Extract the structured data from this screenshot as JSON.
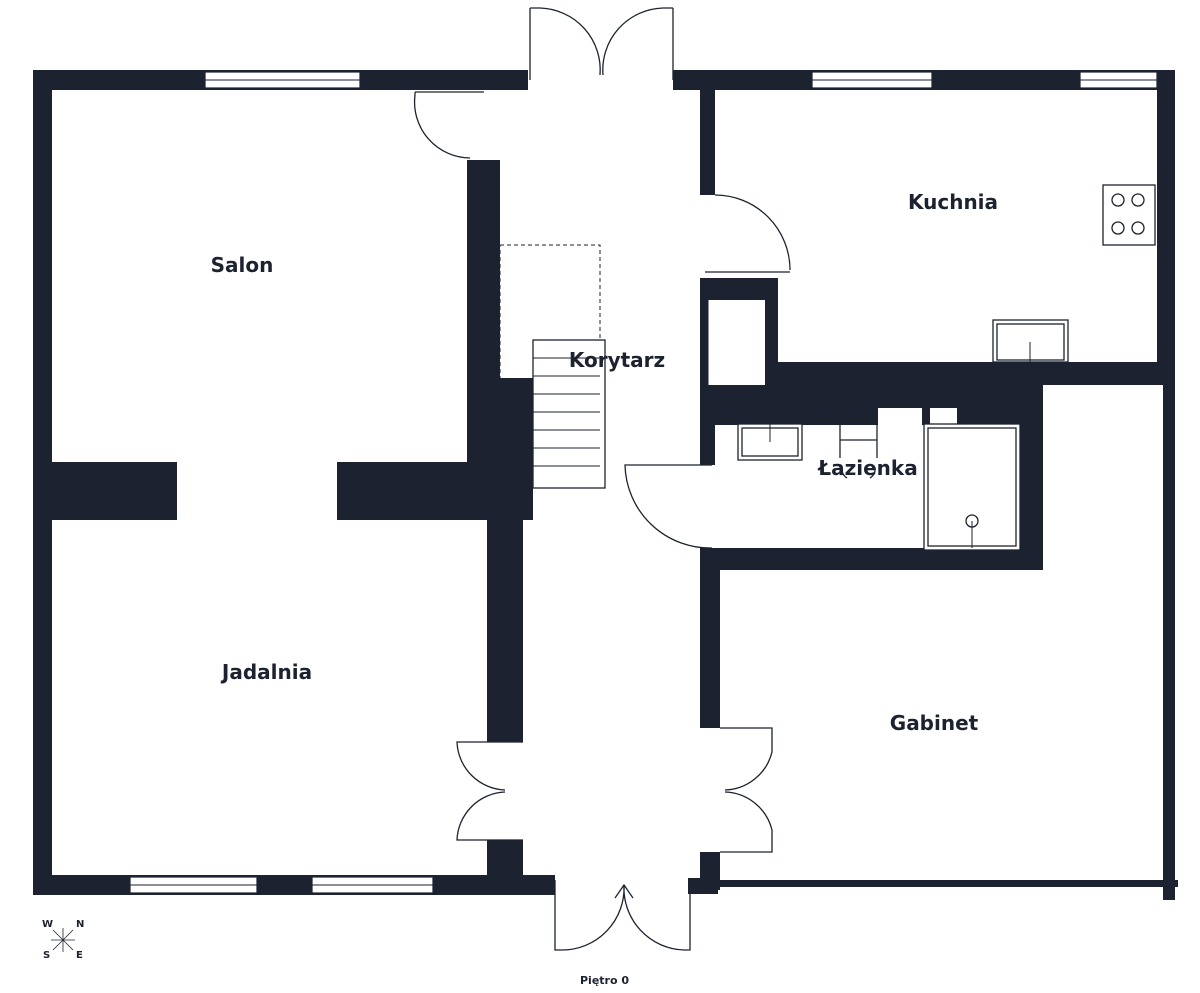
{
  "plan": {
    "rooms": {
      "salon": "Salon",
      "jadalnia": "Jadalnia",
      "korytarz": "Korytarz",
      "kuchnia": "Kuchnia",
      "lazienka": "Łazienka",
      "gabinet": "Gabinet"
    },
    "floor_label": "Piętro 0",
    "compass": {
      "w": "W",
      "n": "N",
      "s": "S",
      "e": "E"
    },
    "wall_color": "#1c2230"
  }
}
